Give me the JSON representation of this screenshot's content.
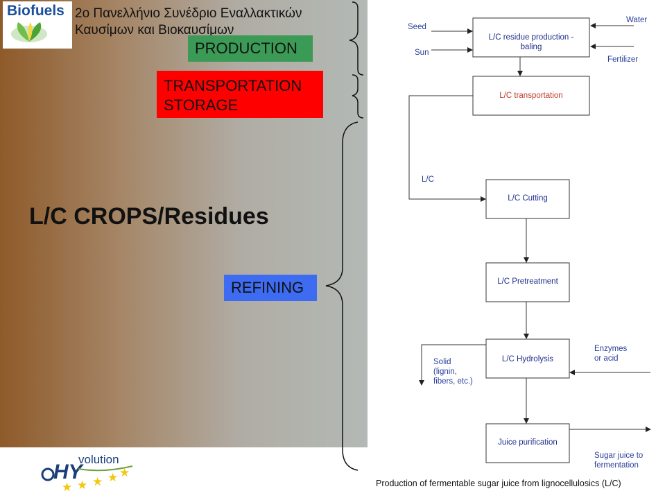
{
  "header": {
    "logo_text": "Biofuels",
    "conference_title_line1": "2ο Πανελλήνιο Συνέδριο Εναλλακτικών",
    "conference_title_line2": "Καυσίμων και Βιοκαυσίμων"
  },
  "stages": {
    "production": "PRODUCTION",
    "transportation": "TRANSPORTATION",
    "storage": "STORAGE",
    "refining": "REFINING"
  },
  "main_title": "L/C CROPS/Residues",
  "footer_logo": {
    "text": "volution",
    "mark": "HY"
  },
  "flowchart": {
    "boxes": {
      "residue_production_line1": "L/C residue production -",
      "residue_production_line2": "baling",
      "transportation": "L/C transportation",
      "cutting": "L/C Cutting",
      "pretreatment": "L/C Pretreatment",
      "hydrolysis": "L/C Hydrolysis",
      "juice_purification": "Juice purification"
    },
    "inputs": {
      "seed": "Seed",
      "sun": "Sun",
      "water": "Water",
      "fertilizer": "Fertilizer",
      "lc": "L/C",
      "enzymes_line1": "Enzymes",
      "enzymes_line2": "or acid"
    },
    "outputs": {
      "solid_line1": "Solid",
      "solid_line2": "(lignin,",
      "solid_line3": "fibers, etc.)",
      "sugar_line1": "Sugar juice to",
      "sugar_line2": "fermentation"
    },
    "caption": "Production of fermentable sugar juice from lignocellulosics (L/C)"
  },
  "colors": {
    "production": "#3b9a56",
    "transportation": "#ff0000",
    "refining": "#3d6cf3",
    "box_text": "#1f2f8a",
    "label_text": "#2a3f9a"
  }
}
